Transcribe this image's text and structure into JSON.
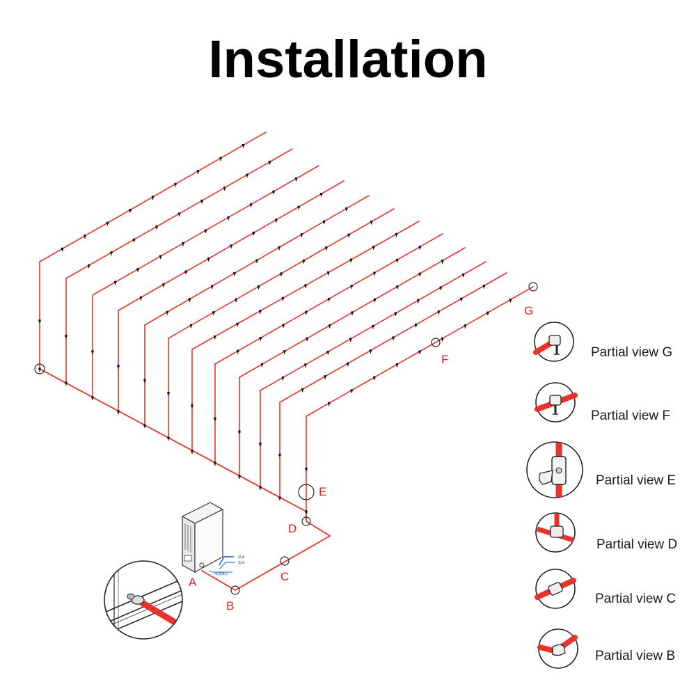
{
  "title": "Installation",
  "colors": {
    "pipe": "#e8322a",
    "nozzle": "#111111",
    "label": "#d8261e",
    "outline": "#333333",
    "water": "#3aa0e0"
  },
  "point_labels": [
    "A",
    "B",
    "C",
    "D",
    "E",
    "F",
    "G"
  ],
  "partial_views": [
    {
      "key": "G",
      "label": "Partial view G",
      "icon": "elbow-nozzle-icon"
    },
    {
      "key": "F",
      "label": "Partial view F",
      "icon": "tee-nozzle-icon"
    },
    {
      "key": "E",
      "label": "Partial view E",
      "icon": "ball-valve-icon"
    },
    {
      "key": "D",
      "label": "Partial view D",
      "icon": "tee-fitting-icon"
    },
    {
      "key": "C",
      "label": "Partial view C",
      "icon": "straight-coupling-icon"
    },
    {
      "key": "B",
      "label": "Partial view B",
      "icon": "elbow-fitting-icon"
    }
  ],
  "pump_caption": "pump-unit-icon",
  "pump_connections": [
    "进水",
    "出水",
    "电源接口"
  ]
}
